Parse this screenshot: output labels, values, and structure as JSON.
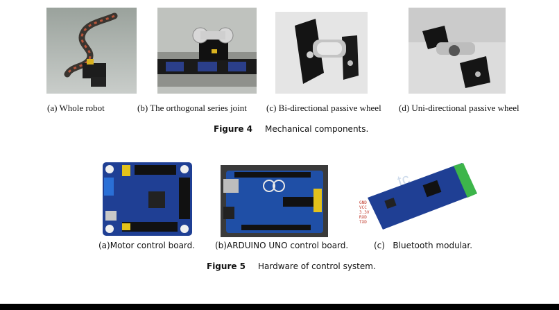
{
  "figure4": {
    "subcaptions": [
      "(a) Whole robot",
      "(b) The orthogonal series joint",
      "(c) Bi-directional passive wheel",
      "(d) Uni-directional passive wheel"
    ],
    "number": "Figure 4",
    "caption": "Mechanical components."
  },
  "figure5": {
    "subcaptions": [
      "(a)Motor control board.",
      "(b)ARDUINO UNO  control board.",
      "(c)   Bluetooth modular."
    ],
    "number": "Figure 5",
    "caption": "Hardware of control system."
  },
  "pin_labels": [
    "GND",
    "VCC",
    "3.3V",
    "RXD",
    "TXD"
  ]
}
